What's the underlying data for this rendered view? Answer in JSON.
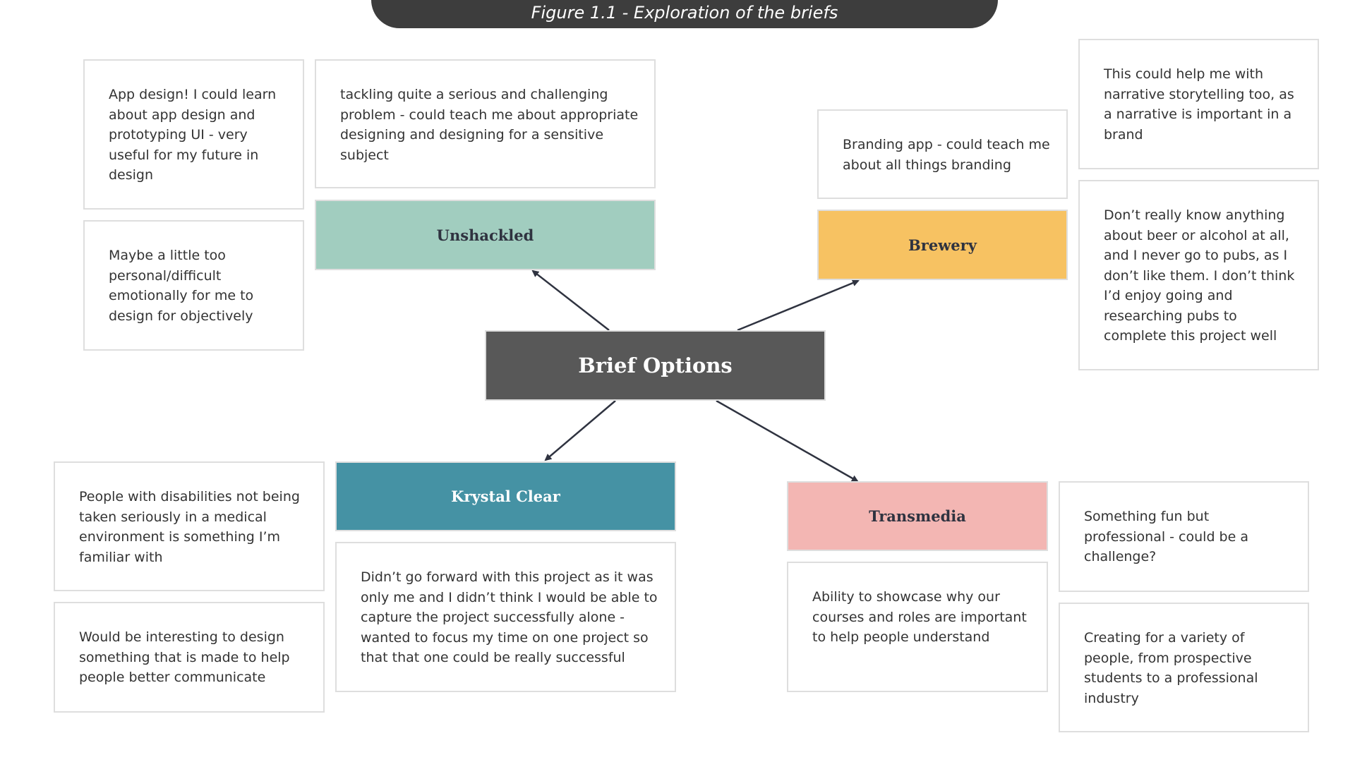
{
  "caption": "Figure 1.1 - Exploration of the briefs",
  "center": {
    "label": "Brief Options",
    "color": "#585858"
  },
  "briefs": {
    "unshackled": {
      "label": "Unshackled",
      "color": "#a1cdbf"
    },
    "brewery": {
      "label": "Brewery",
      "color": "#f7c262"
    },
    "krystal_clear": {
      "label": "Krystal Clear",
      "color": "#4592a4"
    },
    "transmedia": {
      "label": "Transmedia",
      "color": "#f3b6b3"
    }
  },
  "notes": {
    "unshackled_app": "App design! I could learn about app design and prototyping UI - very useful for my future in design",
    "unshackled_problem": "tackling quite a serious and challenging problem - could teach me about appropriate designing and designing for a sensitive subject",
    "unshackled_personal": "Maybe a little too personal/difficult emotionally for me to design for objectively",
    "brewery_branding": "Branding app - could teach me about all things branding",
    "brewery_narrative": "This could help me with narrative storytelling too, as a narrative is important in a brand",
    "brewery_beer": "Don’t really know anything about beer or alcohol at all, and I never go to pubs, as I don’t like them. I don’t think I’d enjoy going and researching pubs to complete this project well",
    "krystal_disabilities": "People with disabilities not being taken seriously in a medical environment is something I’m familiar with",
    "krystal_communicate": "Would be interesting to design something that is made to help people better communicate",
    "krystal_forward": "Didn’t go forward with this project as it was only me and I didn’t think I would be able to capture the project successfully alone - wanted to focus my time on one project so that that one could be really successful",
    "transmedia_showcase": "Ability to showcase why our courses and roles are important to help people understand",
    "transmedia_fun": "Something fun but professional - could be a challenge?",
    "transmedia_variety": "Creating for a variety of people, from prospective students to a professional industry"
  }
}
